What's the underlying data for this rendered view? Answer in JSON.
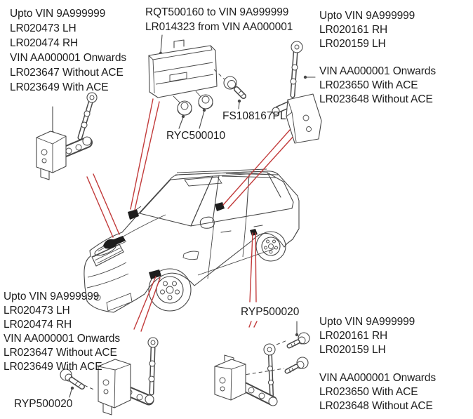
{
  "diagram": {
    "type": "vehicle-parts-diagram",
    "subject": "suspension-height-sensors",
    "colors": {
      "leader_red": "#c23b3b",
      "line_gray": "#474747",
      "text": "#1d1d1d",
      "background": "#ffffff"
    },
    "labels": {
      "top_left": {
        "lines": [
          "Upto VIN 9A999999",
          "LR020473 LH",
          "LR020474 RH",
          "VIN AA000001 Onwards",
          "LR023647 Without ACE",
          "LR023649 With ACE"
        ]
      },
      "top_center": {
        "lines": [
          "RQT500160 to VIN 9A999999",
          "LR014323 from VIN AA000001"
        ]
      },
      "top_right_upper": {
        "lines": [
          "Upto VIN 9A999999",
          "LR020161 RH",
          "LR020159 LH"
        ]
      },
      "top_right_lower": {
        "lines": [
          "VIN AA000001 Onwards",
          "LR023650 With ACE",
          "LR023648 Without ACE"
        ]
      },
      "bottom_left": {
        "lines": [
          "Upto VIN 9A999999",
          "LR020473 LH",
          "LR020474 RH",
          "VIN AA000001 Onwards",
          "LR023647 Without ACE",
          "LR023649 With ACE"
        ]
      },
      "bottom_right_upper": {
        "lines": [
          "Upto VIN 9A999999",
          "LR020161 RH",
          "LR020159 LH"
        ]
      },
      "bottom_right_lower": {
        "lines": [
          "VIN AA000001 Onwards",
          "LR023650 With ACE",
          "LR023648 Without ACE"
        ]
      },
      "ecu_bolt": "FS108167PL",
      "ecu_grommets": "RYC500010",
      "rear_sensor_screw": "RYP500020",
      "front_sensor_screw": "RYP500020"
    }
  }
}
